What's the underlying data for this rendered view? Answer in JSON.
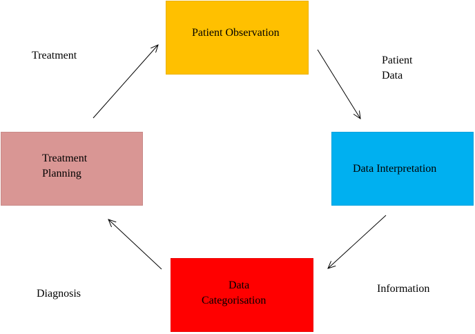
{
  "nodes": {
    "patient_observation": {
      "label": "Patient Observation",
      "color": "#FFC000"
    },
    "data_interpretation": {
      "label": "Data Interpretation",
      "color": "#00B0F0"
    },
    "data_categorisation": {
      "label_line1": "Data",
      "label_line2": "Categorisation",
      "color": "#FF0000"
    },
    "treatment_planning": {
      "label_line1": "Treatment",
      "label_line2": "Planning",
      "color": "#D99694"
    }
  },
  "edges": {
    "patient_data": {
      "line1": "Patient",
      "line2": "Data"
    },
    "information": {
      "label": "Information"
    },
    "diagnosis": {
      "label": "Diagnosis"
    },
    "treatment": {
      "label": "Treatment"
    }
  }
}
